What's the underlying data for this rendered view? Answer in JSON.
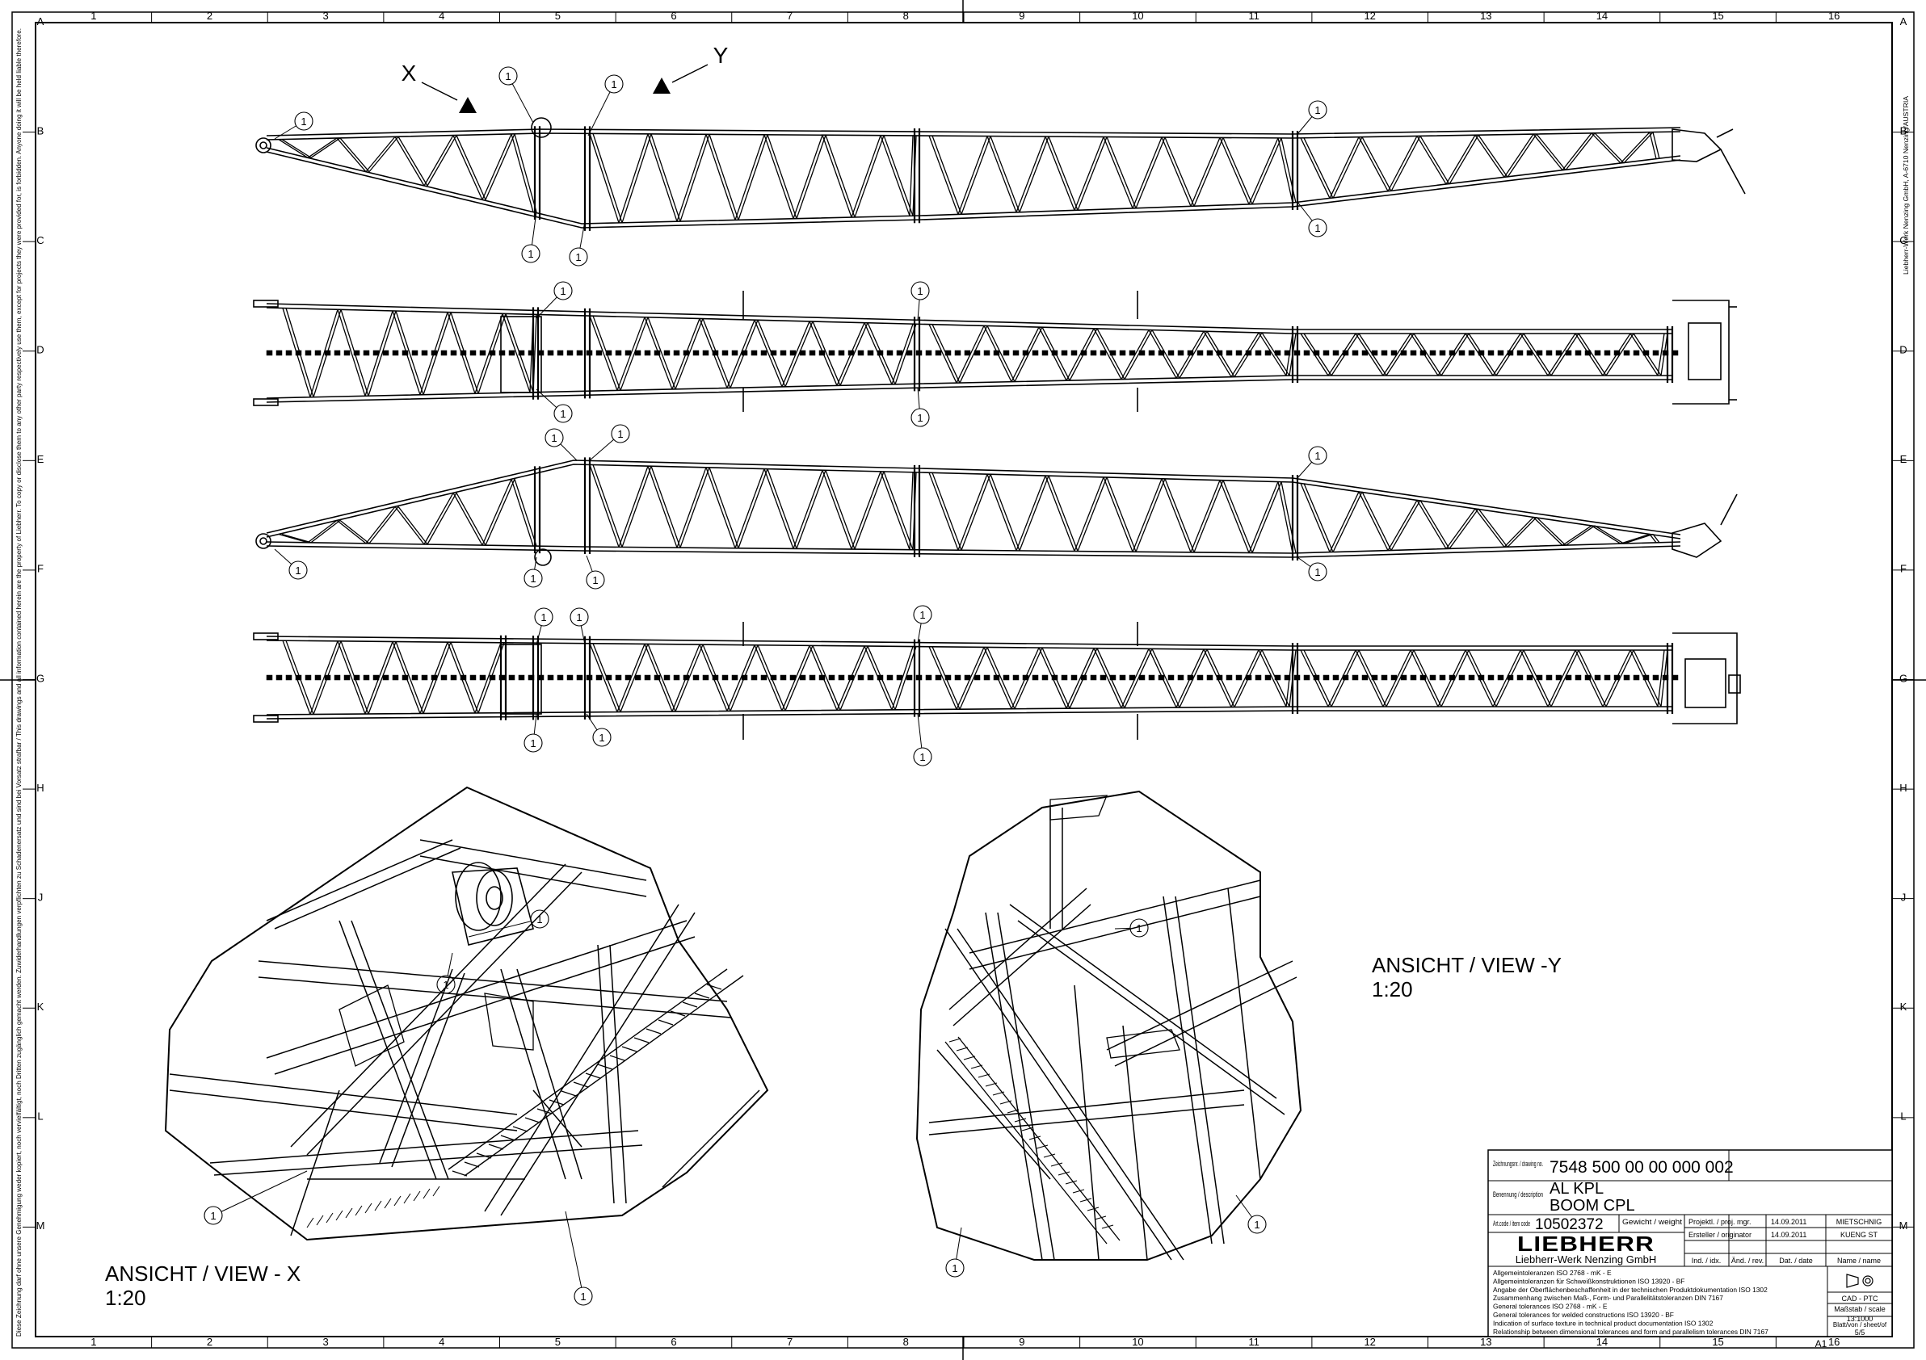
{
  "grid": {
    "columns": [
      "1",
      "2",
      "3",
      "4",
      "5",
      "6",
      "7",
      "8",
      "9",
      "10",
      "11",
      "12",
      "13",
      "14",
      "15",
      "16"
    ],
    "rows": [
      "A",
      "B",
      "C",
      "D",
      "E",
      "F",
      "G",
      "H",
      "J",
      "K",
      "L",
      "M"
    ]
  },
  "view_markers": {
    "x": "X",
    "y": "Y"
  },
  "callout_label": "1",
  "views": {
    "x_title": "ANSICHT / VIEW - X",
    "x_scale": "1:20",
    "y_title": "ANSICHT / VIEW -Y",
    "y_scale": "1:20"
  },
  "margin_note_left": "Diese Zeichnung darf ohne unsere Genehmigung weder kopiert, noch vervielfältigt, noch Dritten zugänglich gemacht werden. Zuwiderhandlungen verpflichten zu Schadenersatz und sind bei Vorsatz strafbar / This drawings and all information contained herein are the property of Liebherr. To copy or disclose them to any other party respectively use them, except for projects they were provided for, is forbidden. Anyone doing it will be held liable therefore.",
  "margin_note_right": "Liebherr-Werk Nenzing GmbH, A-6710 Nenzing/AUSTRIA",
  "title_block": {
    "drawing_no_label": "Zeichnungsnr. / drawing no.",
    "drawing_no": "7548 500 00 00 000 002",
    "description_label": "Benennung / description",
    "description_line1": "AL KPL",
    "description_line2": "BOOM CPL",
    "item_code_label": "Art.code / item code",
    "item_code": "10502372",
    "weight_label": "Gewicht / weight",
    "proj_mgr_label": "Projektl. / proj. mgr.",
    "proj_mgr_date": "14.09.2011",
    "proj_mgr_name": "MIETSCHNIG",
    "originator_label": "Ersteller / originator",
    "originator_date": "14.09.2011",
    "originator_name": "KUENG ST",
    "logo_text": "LIEBHERR",
    "company": "Liebherr-Werk Nenzing GmbH",
    "col_index": "Ind. / idx.",
    "col_change": "Änd. / rev.",
    "col_date": "Dat. / date",
    "col_name": "Name / name",
    "tolerances": [
      "Allgemeintoleranzen ISO 2768 - mK - E",
      "Allgemeintoleranzen für Schweißkonstruktionen ISO 13920 - BF",
      "Angabe der Oberflächenbeschaffenheit in der technischen Produktdokumentation ISO 1302",
      "Zusammenhang zwischen Maß-, Form- und Parallelitätstoleranzen DIN 7167",
      "General tolerances ISO 2768 - mK - E",
      "General tolerances for welded constructions ISO 13920 - BF",
      "Indication of surface texture in technical product documentation ISO 1302",
      "Relationship between dimensional tolerances and form and parallelism tolerances DIN 7167"
    ],
    "cad": "CAD - PTC",
    "scale_label": "Maßstab / scale",
    "scale": "13:1000",
    "sheet_label": "Blatt/von / sheet/of",
    "sheet": "5/5",
    "format": "A1"
  }
}
